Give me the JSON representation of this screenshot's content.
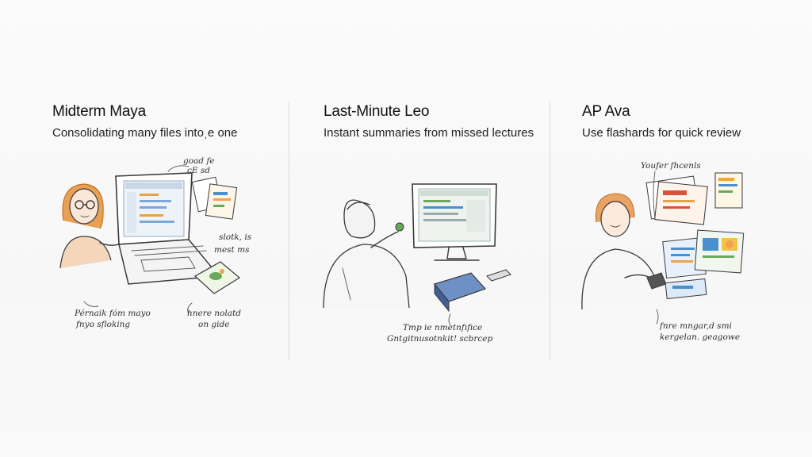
{
  "panels": [
    {
      "title": "Midterm Maya",
      "subtitle": "Consolidating many files intoˌe one",
      "notes": [
        "goad fe",
        "cE sd",
        "slotk, is",
        "mest ms",
        "Pérnaik fóm mayo",
        "fnyo sfloking",
        "hnere nolatd",
        "on gide"
      ]
    },
    {
      "title": "Last-Minute Leo",
      "subtitle": "Instant summaries from missed lectures",
      "notes": [
        "Tmp ie nmetnfıfice",
        "Gntgitnusotnkit! scbrcep"
      ]
    },
    {
      "title": "AP Ava",
      "subtitle": "Use flashards for quick review",
      "notes": [
        "Youfer fhcenls",
        "fnre mngar,d smi",
        "kergelan. geagowe"
      ]
    }
  ],
  "colors": {
    "hair_maya": "#d9863a",
    "hair_ava": "#e0944a",
    "accent_orange": "#f0a34a",
    "accent_blue": "#4a8fd0",
    "accent_green": "#6aa85a",
    "accent_red": "#d9533c",
    "accent_yellow": "#f2c24a"
  },
  "icons": [
    "laptop-icon",
    "desktop-monitor-icon",
    "flashcards-icon",
    "notes-stack-icon"
  ]
}
